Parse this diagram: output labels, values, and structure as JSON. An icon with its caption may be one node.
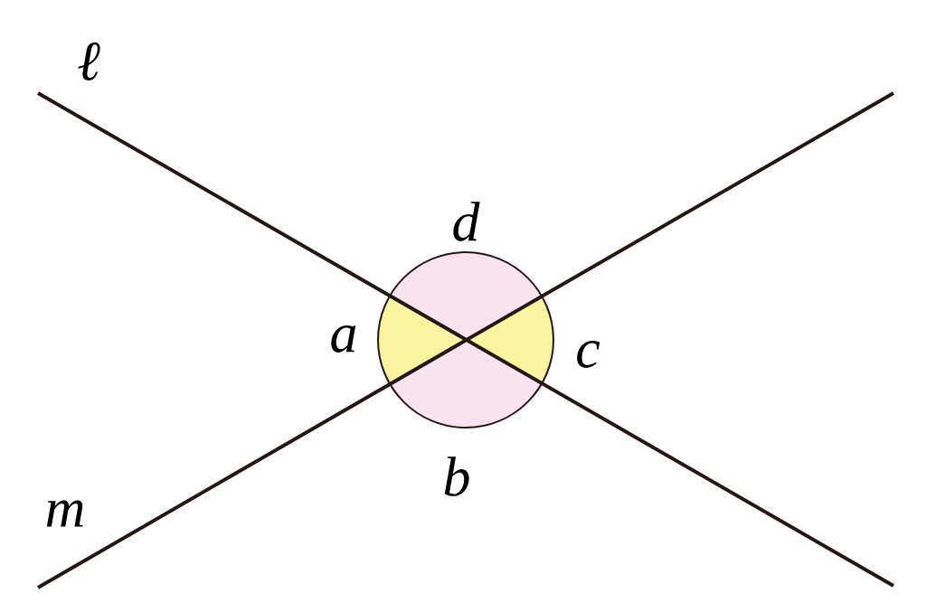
{
  "diagram": {
    "labels": [
      "ℓ",
      "d",
      "a",
      "c",
      "m",
      "b"
    ]
  }
}
